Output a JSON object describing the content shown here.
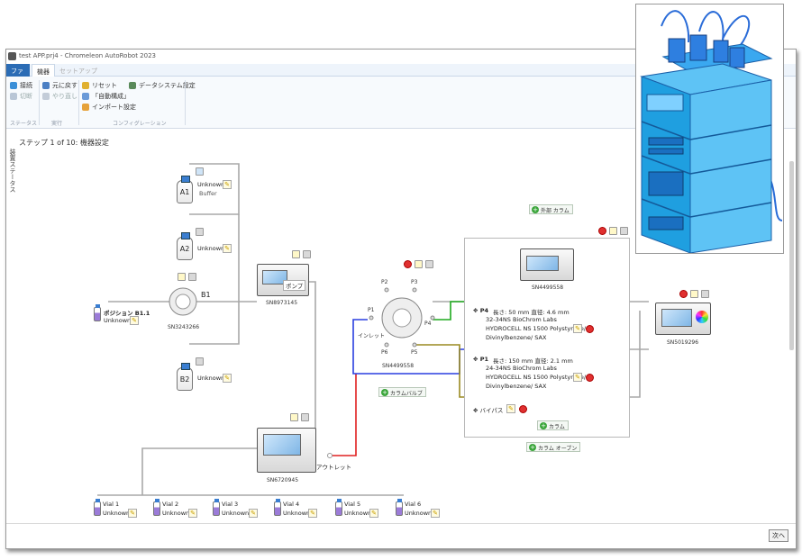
{
  "window": {
    "title": "test APP.prj4 - Chromeleon AutoRobot 2023"
  },
  "tabs": [
    {
      "label": "ファイル"
    },
    {
      "label": "機器"
    },
    {
      "label": "セットアップ"
    }
  ],
  "ribbon": {
    "connect": "接続",
    "disconnect": "切断",
    "undo": "元に戻す",
    "redo": "やり直し",
    "reset": "リセット",
    "auto_config": "「自動構成」",
    "import_settings": "インポート設定",
    "data_system": "データシステム設定",
    "group_status": "ステータス",
    "group_run": "実行",
    "group_config": "コンフィグレーション"
  },
  "step_text": "ステップ 1 of 10: 機器設定",
  "side_label": "装置ステータス",
  "next_button": "次へ",
  "bottles": {
    "a1": {
      "label": "A1",
      "status": "Unknown",
      "sub": "Buffer"
    },
    "a2": {
      "label": "A2",
      "status": "Unknown"
    },
    "b2": {
      "label": "B2",
      "status": "Unknown"
    }
  },
  "b1_valve": {
    "label": "B1",
    "serial": "SN3243266"
  },
  "position": {
    "label": "ポジション B1.1",
    "status": "Unknown"
  },
  "pump": {
    "tag": "ポンプ",
    "serial": "SN8973145"
  },
  "autosampler": {
    "serial": "SN6720945",
    "outlet": "アウトレット"
  },
  "column_valve": {
    "serial": "SN4499558",
    "ports": [
      "P1",
      "P2",
      "P3",
      "P4",
      "P5",
      "P6"
    ],
    "inlet": "インレット",
    "button": "カラムバルブ"
  },
  "column_compartment": {
    "external_column": "外部 カラム",
    "serial": "SN4499558",
    "p4": {
      "port": "P4",
      "spec": "長さ: 50 mm   直径: 4.6 mm",
      "line1": "32-34NS BioChrom Labs",
      "line2": "HYDROCELL NS 1500 Polystyrene/",
      "line3": "Divinylbenzene/ SAX"
    },
    "p1": {
      "port": "P1",
      "spec": "長さ: 150 mm   直径: 2.1 mm",
      "line1": "24-34NS BioChrom Labs",
      "line2": "HYDROCELL NS 1500 Polystyrene/",
      "line3": "Divinylbenzene/ SAX"
    },
    "bypass": "バイパス",
    "column_button": "カラム",
    "oven_button": "カラム オーブン"
  },
  "detector": {
    "serial": "SN5019296"
  },
  "vials": [
    {
      "label": "Vial 1",
      "status": "Unknown"
    },
    {
      "label": "Vial 2",
      "status": "Unknown"
    },
    {
      "label": "Vial 3",
      "status": "Unknown"
    },
    {
      "label": "Vial 4",
      "status": "Unknown"
    },
    {
      "label": "Vial 5",
      "status": "Unknown"
    },
    {
      "label": "Vial 6",
      "status": "Unknown"
    }
  ],
  "colors": {
    "accent": "#2b6cb5",
    "flow_red": "#e02020",
    "flow_blue": "#2a3fe0",
    "flow_green": "#1eaa1e",
    "flow_olive": "#9a8a20",
    "photo_blue": "#1f9fe0"
  }
}
